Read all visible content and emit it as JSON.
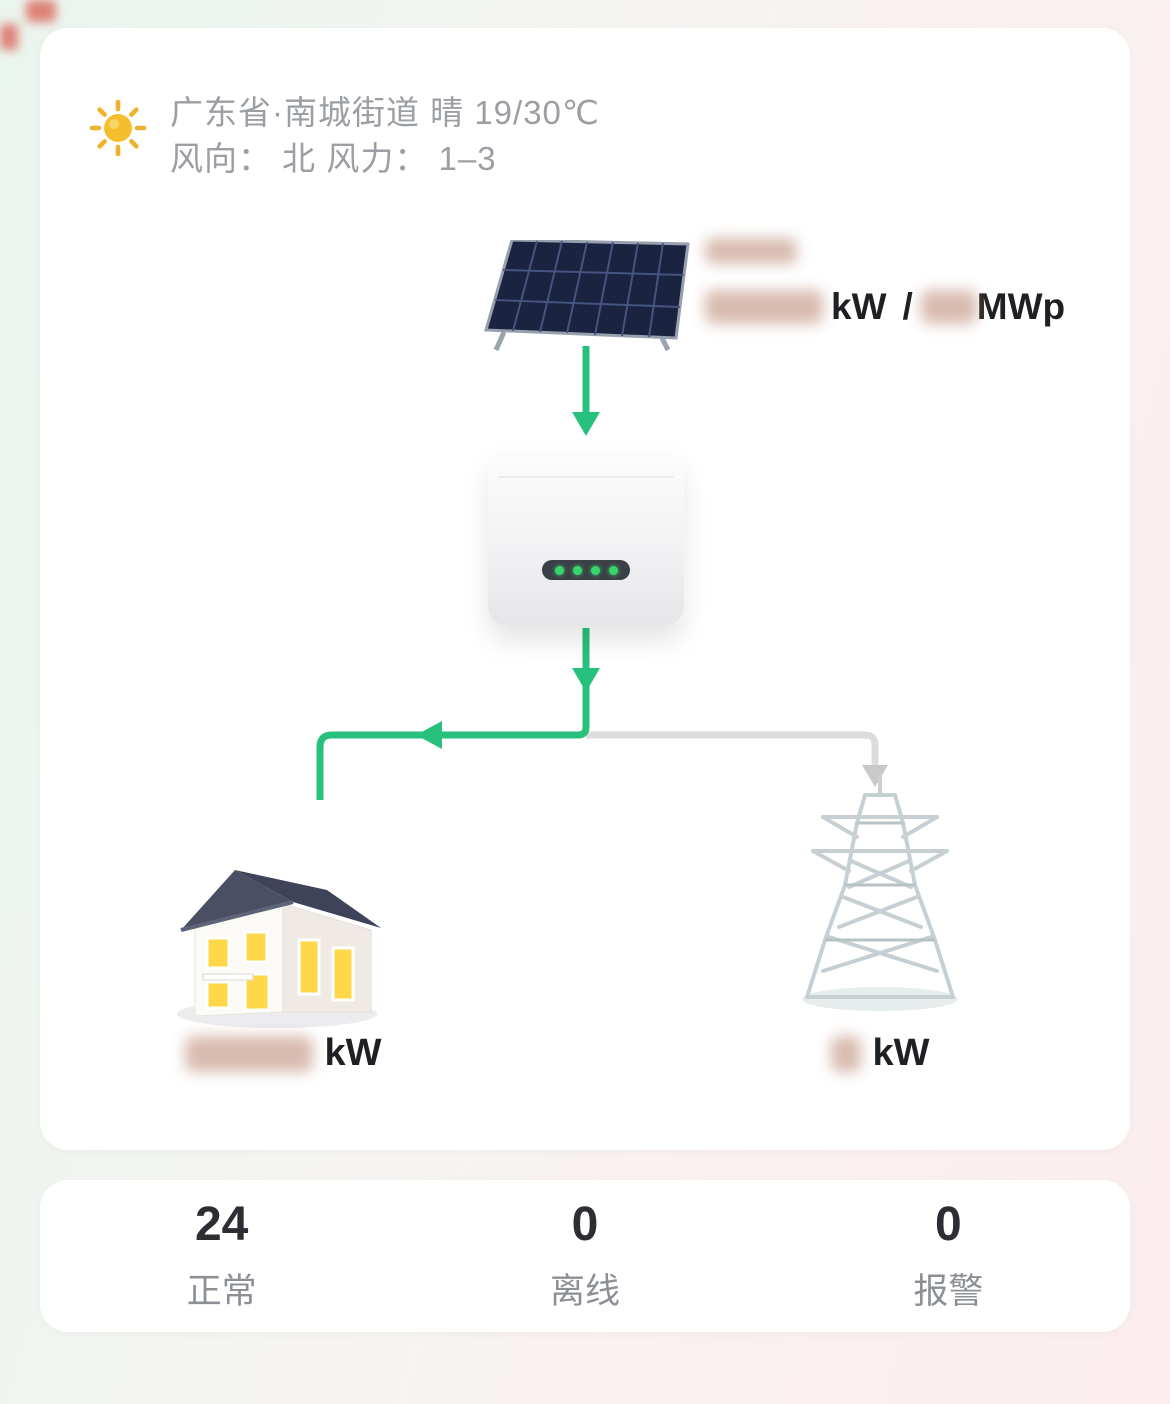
{
  "weather": {
    "location": "广东省·南城街道 晴 19/30℃",
    "wind": "风向： 北 风力： 1–3"
  },
  "pv_summary": {
    "power_unit": "kW",
    "separator": "/",
    "capacity_unit": "MWp"
  },
  "load": {
    "unit": "kW"
  },
  "grid": {
    "unit": "kW"
  },
  "stats": {
    "items": [
      {
        "value": "24",
        "label": "正常"
      },
      {
        "value": "0",
        "label": "离线"
      },
      {
        "value": "0",
        "label": "报警"
      }
    ]
  },
  "colors": {
    "accent_green": "#27c07c",
    "line_gray": "#dcdcdc",
    "led_green": "#3ad46e",
    "sun_yellow": "#f2b52a"
  }
}
